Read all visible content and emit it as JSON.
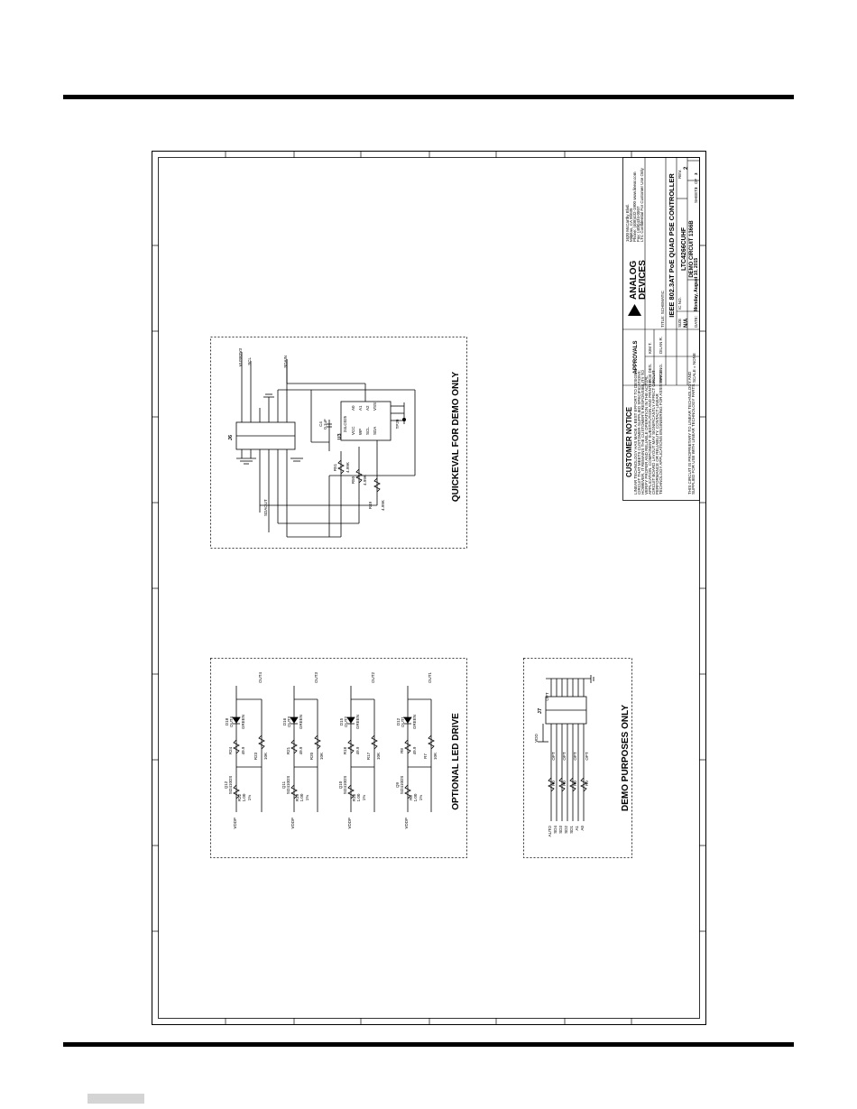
{
  "sections": {
    "quickeval": {
      "title": "QUICKEVAL FOR DEMO ONLY"
    },
    "led": {
      "title": "OPTIONAL LED DRIVE"
    },
    "demo": {
      "title": "DEMO PURPOSES ONLY"
    }
  },
  "quickeval": {
    "connector": "J6",
    "eeprom": {
      "ref": "U3",
      "part": "24LC025",
      "pins": [
        "VCC",
        "WP",
        "SCL",
        "SDA",
        "A0",
        "A1",
        "A2",
        "VSS"
      ]
    },
    "cap": {
      "ref": "C4",
      "value": "0.1uF"
    },
    "resistors": [
      {
        "ref": "R51",
        "value": "4.99K"
      },
      {
        "ref": "R50",
        "value": "4.99K"
      },
      {
        "ref": "R49",
        "value": "4.99K"
      }
    ],
    "net_labels": [
      "VUSB3V3",
      "SCL",
      "SDAIN",
      "SDAOUT"
    ],
    "testpoint": "TP20"
  },
  "led_channels": [
    {
      "fet_ref": "Q12",
      "fet_part": "SI2410DS",
      "r_gate": "R24",
      "r_gate_val": "49.9",
      "r_pull": "R23",
      "r_pull_val": "10K",
      "r_sense": "R22",
      "r_sense_val": "1.00",
      "tol": "1%",
      "led_ref": "D18",
      "led_label": "OUT4",
      "led_color": "GREEN",
      "out": "OUT4"
    },
    {
      "fet_ref": "Q11",
      "fet_part": "SI2410DS",
      "r_gate": "R21",
      "r_gate_val": "49.9",
      "r_pull": "R20",
      "r_pull_val": "10K",
      "r_sense": "R19",
      "r_sense_val": "1.00",
      "tol": "1%",
      "led_ref": "D16",
      "led_label": "OUT3",
      "led_color": "GREEN",
      "out": "OUT3"
    },
    {
      "fet_ref": "Q10",
      "fet_part": "SI2410DS",
      "r_gate": "R18",
      "r_gate_val": "49.9",
      "r_pull": "R17",
      "r_pull_val": "10K",
      "r_sense": "R16",
      "r_sense_val": "1.00",
      "tol": "1%",
      "led_ref": "D15",
      "led_label": "OUT2",
      "led_color": "GREEN",
      "out": "OUT2"
    },
    {
      "fet_ref": "Q9",
      "fet_part": "SI2410DS",
      "r_gate": "R8",
      "r_gate_val": "49.9",
      "r_pull": "R7",
      "r_pull_val": "10K",
      "r_sense": "R6",
      "r_sense_val": "1.00",
      "tol": "1%",
      "led_ref": "D12",
      "led_label": "OUT1",
      "led_color": "GREEN",
      "out": "OUT1"
    }
  ],
  "led_rail": "VDDP",
  "demo": {
    "connector": "J7",
    "opt": "OPT",
    "vdd": "VDD",
    "signals": [
      "AUTO",
      "SD4",
      "SD3",
      "SD2",
      "SD1",
      "A1",
      "A0"
    ],
    "resistors": [
      "R0",
      "R0",
      "R0",
      "R0",
      "R0",
      "R0",
      "R0"
    ],
    "opt_labels": [
      "OPT",
      "OPT",
      "OPT",
      "OPT",
      "OPT",
      "OPT",
      "OPT"
    ]
  },
  "title_block": {
    "customer_notice": "CUSTOMER NOTICE",
    "notice_lines": [
      "LINEAR TECHNOLOGY HAS MADE A BEST EFFORT TO DESIGN A",
      "CIRCUIT THAT MEETS CUSTOMER-SUPPLIED SPECIFICATIONS;",
      "HOWEVER, IT REMAINS THE CUSTOMER'S RESPONSIBILITY TO",
      "VERIFY PROPER AND RELIABLE OPERATION IN THE ACTUAL",
      "APPLICATION. COMPONENT SUBSTITUTION AND PRINTED",
      "CIRCUIT BOARD LAYOUT MAY SIGNIFICANTLY AFFECT CIRCUIT",
      "PERFORMANCE OR RELIABILITY. CONTACT LINEAR",
      "TECHNOLOGY APPLICATIONS ENGINEERING FOR ASSISTANCE."
    ],
    "proprietary": "THIS CIRCUIT IS PROPRIETARY TO LINEAR TECHNOLOGY AND",
    "proprietary2": "SUPPLIED FOR USE WITH LINEAR TECHNOLOGY PARTS.",
    "scale": "SCALE = NONE",
    "approvals": "APPROVALS",
    "pcb_des_label": "PCB DES.",
    "pcb_des_value": "KIM T.",
    "app_eng_label": "APP ENG.",
    "app_eng_value": "DILAN R.",
    "title_label": "TITLE: SCHEMATIC",
    "title_main": "IEEE 802.3AT PoE QUAD PSE CONTROLLER",
    "part": "LTC4266CUHF",
    "circuit": "DEMO CIRCUIT 1366B",
    "size_label": "SIZE",
    "size_value": "N/A",
    "ic_label": "IC NO.",
    "rev_label": "REV.",
    "rev_value": "2",
    "sheet_label": "SHEET",
    "sheet_num": "3",
    "of_label": "OF",
    "sheet_total": "3",
    "date_label": "DATE:",
    "date_value": "Monday, August 10, 2015",
    "logo_line1": "ANALOG",
    "logo_line2": "DEVICES",
    "address": [
      "1630 McCarthy Blvd.",
      "Milpitas, CA 95035",
      "Phone: (408)432-1900   www.linear.com",
      "Fax: (408)434-0507",
      "LTC Confidential For Customer Use Only"
    ]
  }
}
